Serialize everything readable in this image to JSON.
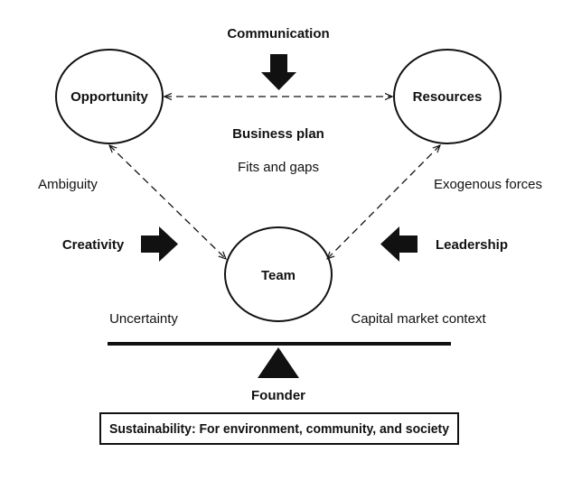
{
  "diagram": {
    "nodes": {
      "opportunity": "Opportunity",
      "resources": "Resources",
      "team": "Team"
    },
    "top_label": "Communication",
    "center_title": "Business plan",
    "center_subtitle": "Fits and gaps",
    "left_influence": "Ambiguity",
    "right_influence": "Exogenous forces",
    "left_force": "Creativity",
    "right_force": "Leadership",
    "bottom_left_condition": "Uncertainty",
    "bottom_right_condition": "Capital market context",
    "fulcrum_label": "Founder",
    "footer": "Sustainability: For environment, community, and society"
  },
  "colors": {
    "ink": "#111111",
    "background": "#ffffff"
  }
}
